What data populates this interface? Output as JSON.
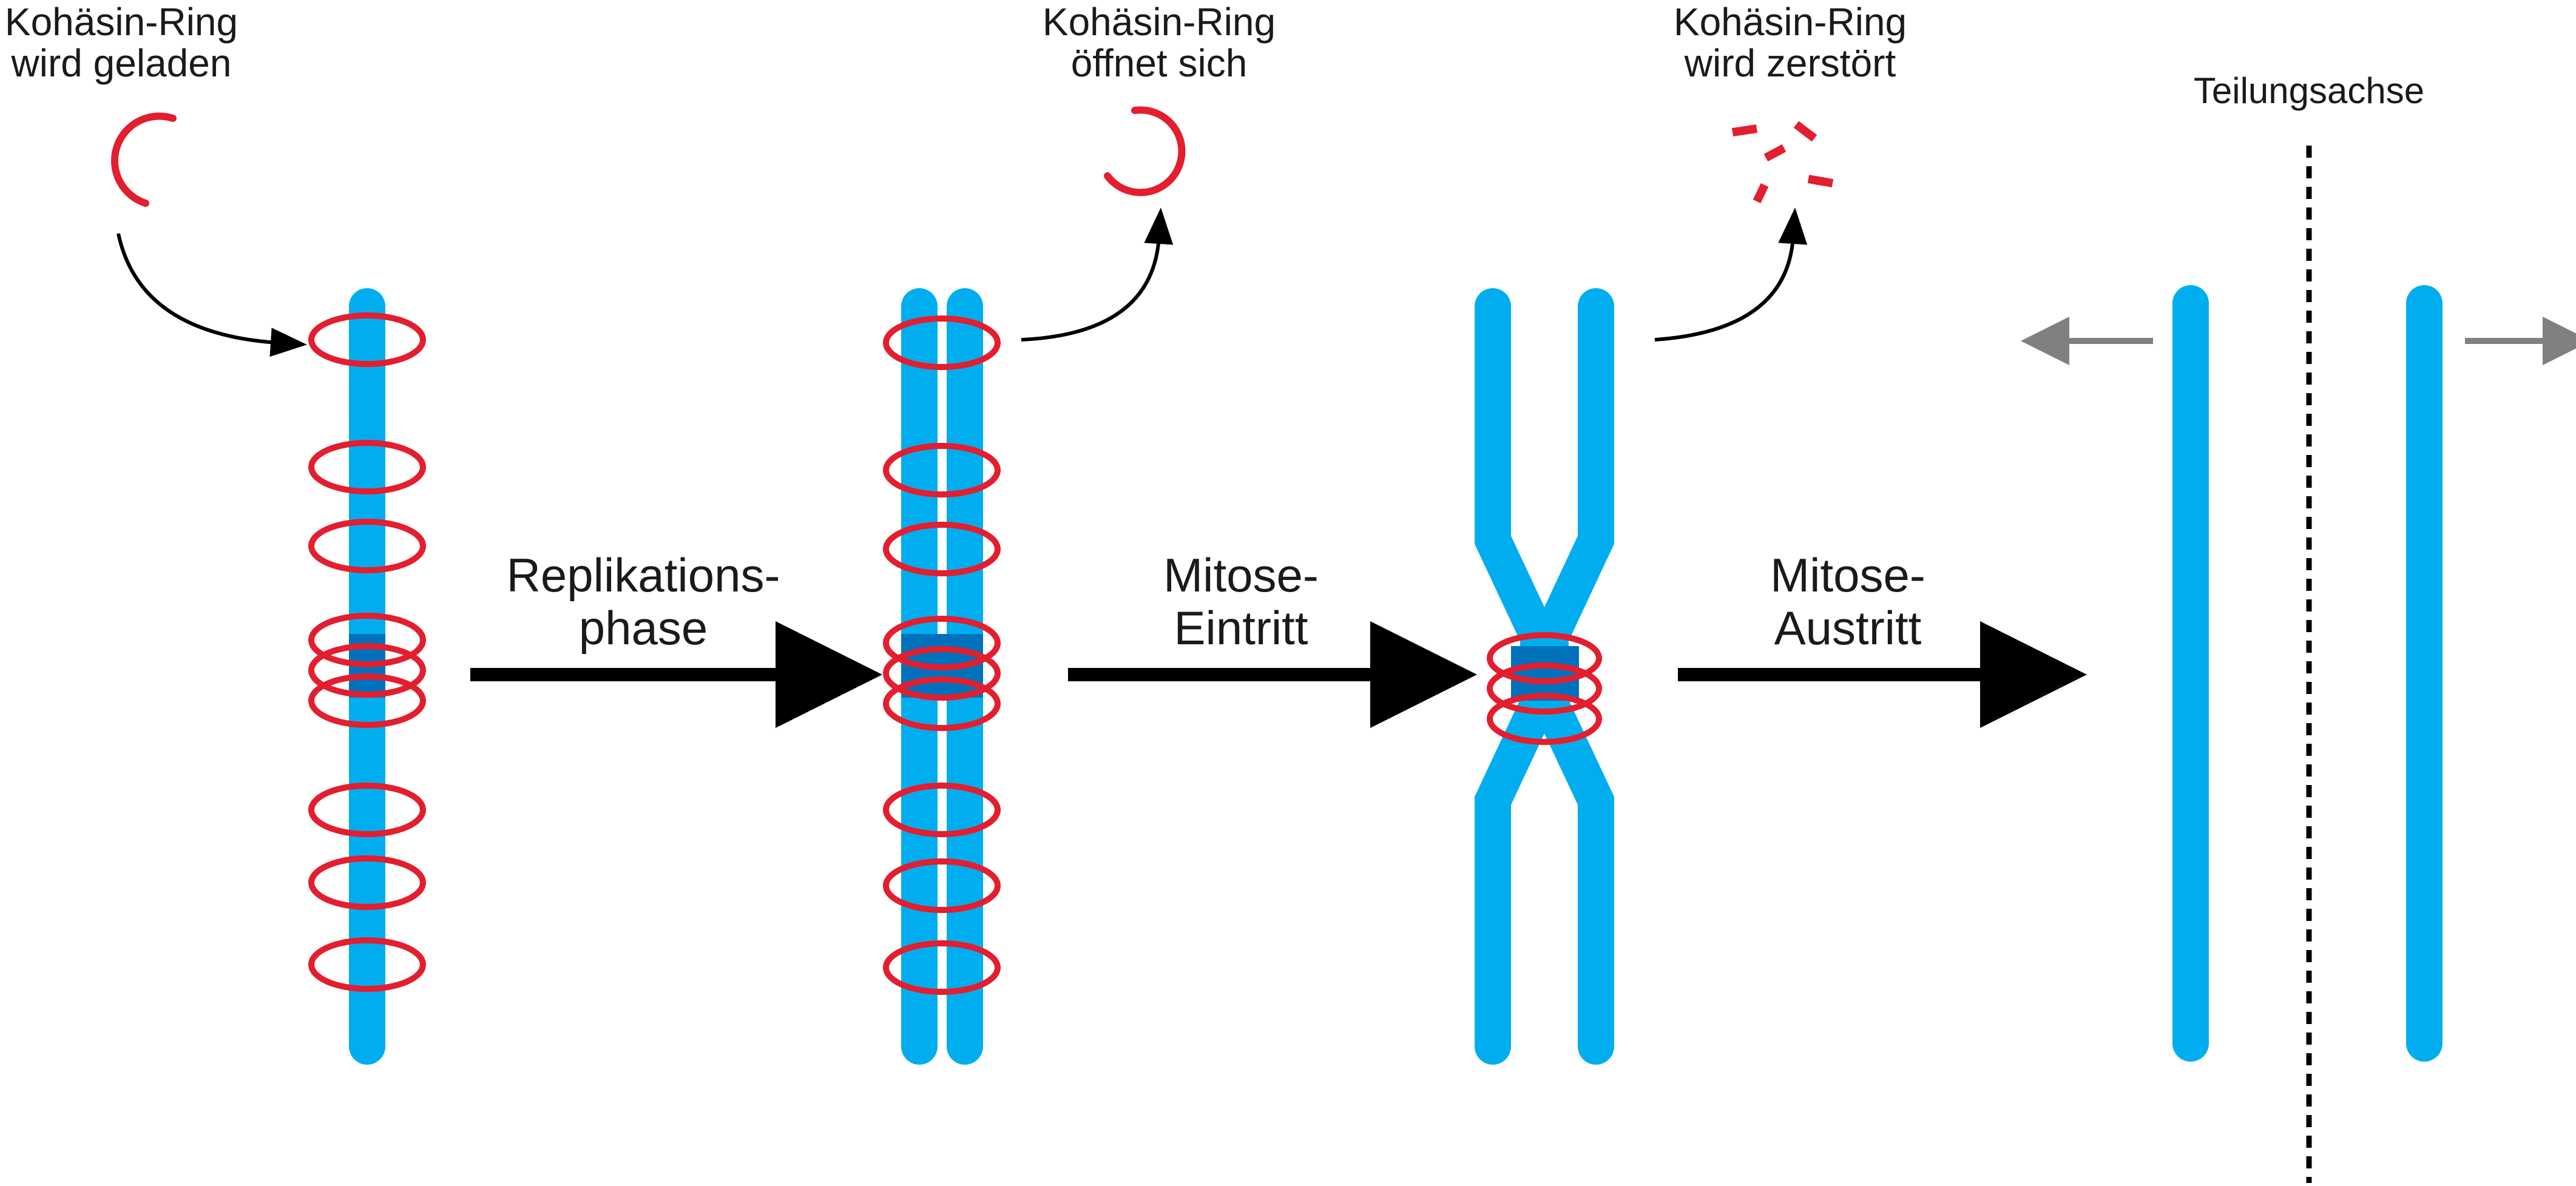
{
  "labels": {
    "loaded": [
      "Kohäsin-Ring",
      "wird geladen"
    ],
    "opens": [
      "Kohäsin-Ring",
      "öffnet sich"
    ],
    "destroyed": [
      "Kohäsin-Ring",
      "wird zerstört"
    ],
    "axis": "Teilungsachse",
    "step1": [
      "Replikations-",
      "phase"
    ],
    "step2": [
      "Mitose-",
      "Eintritt"
    ],
    "step3": [
      "Mitose-",
      "Austritt"
    ]
  },
  "colors": {
    "chromatid": "#00AEEF",
    "centromere": "#0072BC",
    "cohesin": "#E31E2E",
    "arrow": "#000000",
    "move_arrow": "#808080",
    "axis_line": "#000000"
  }
}
